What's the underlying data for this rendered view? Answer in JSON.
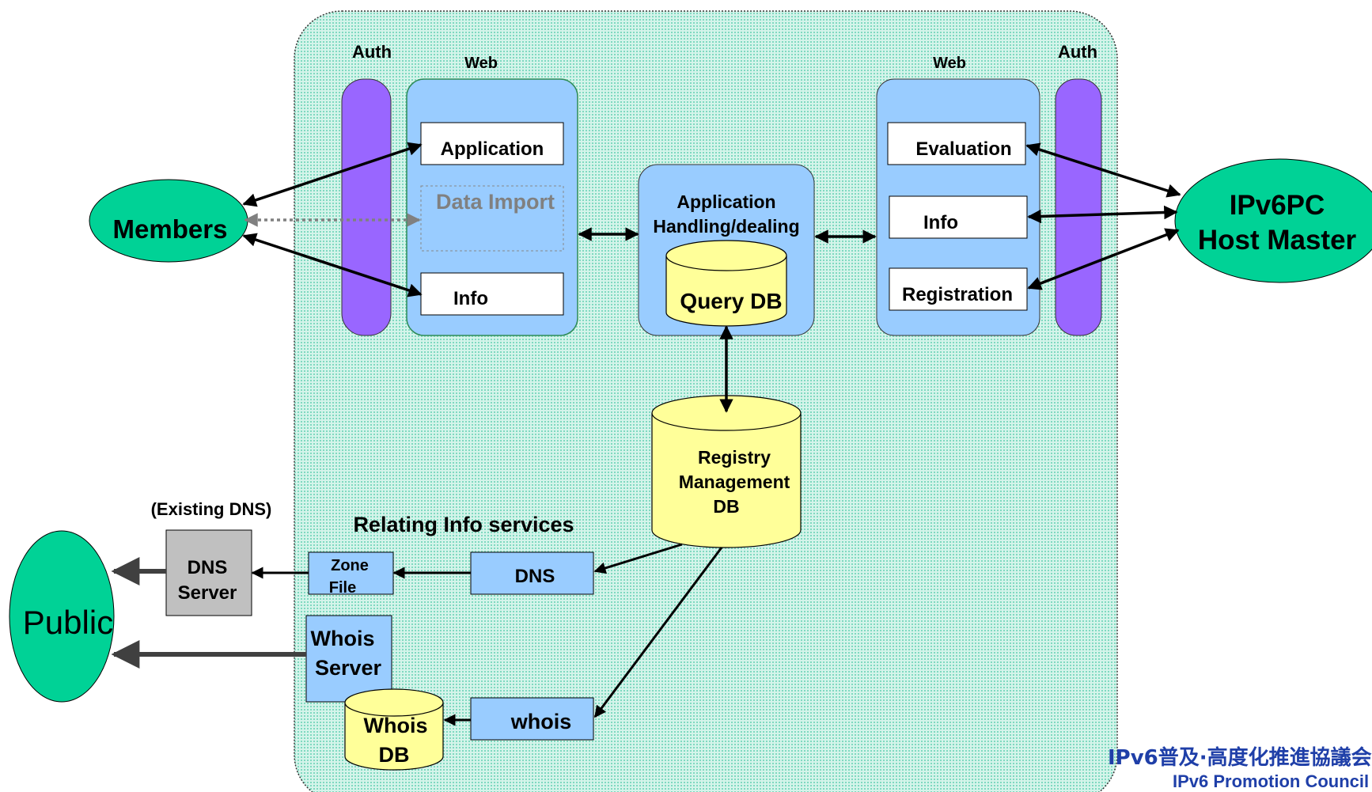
{
  "labels": {
    "auth_left": "Auth",
    "web_left": "Web",
    "web_right": "Web",
    "auth_right": "Auth",
    "application": "Application",
    "data_import": "Data Import",
    "info_left": "Info",
    "app_handling_line1": "Application",
    "app_handling_line2": "Handling/dealing",
    "query_db": "Query DB",
    "evaluation": "Evaluation",
    "info_right": "Info",
    "registration": "Registration",
    "members": "Members",
    "host_master_line1": "IPv6PC",
    "host_master_line2": "Host Master",
    "registry_line1": "Registry",
    "registry_line2": "Management",
    "registry_line3": "DB",
    "relating_info": "Relating Info services",
    "existing_dns": "(Existing DNS)",
    "dns_server_line1": "DNS",
    "dns_server_line2": "Server",
    "zone_file_line1": "Zone",
    "zone_file_line2": "File",
    "dns": "DNS",
    "public": "Public",
    "whois_server_line1": "Whois",
    "whois_server_line2": "Server",
    "whois_db_line1": "Whois",
    "whois_db_line2": "DB",
    "whois": "whois"
  },
  "footer": {
    "japanese": "IPv6普及·高度化推進協議会",
    "english": "IPv6 Promotion Council"
  },
  "colors": {
    "system_background": "#c8f0e4",
    "auth_bar": "#9966ff",
    "web_panel": "#99ccff",
    "actor_ellipse": "#00d296",
    "database": "#ffff99",
    "dns_server": "#c0c0c0",
    "footer_text": "#1f3fa8"
  }
}
